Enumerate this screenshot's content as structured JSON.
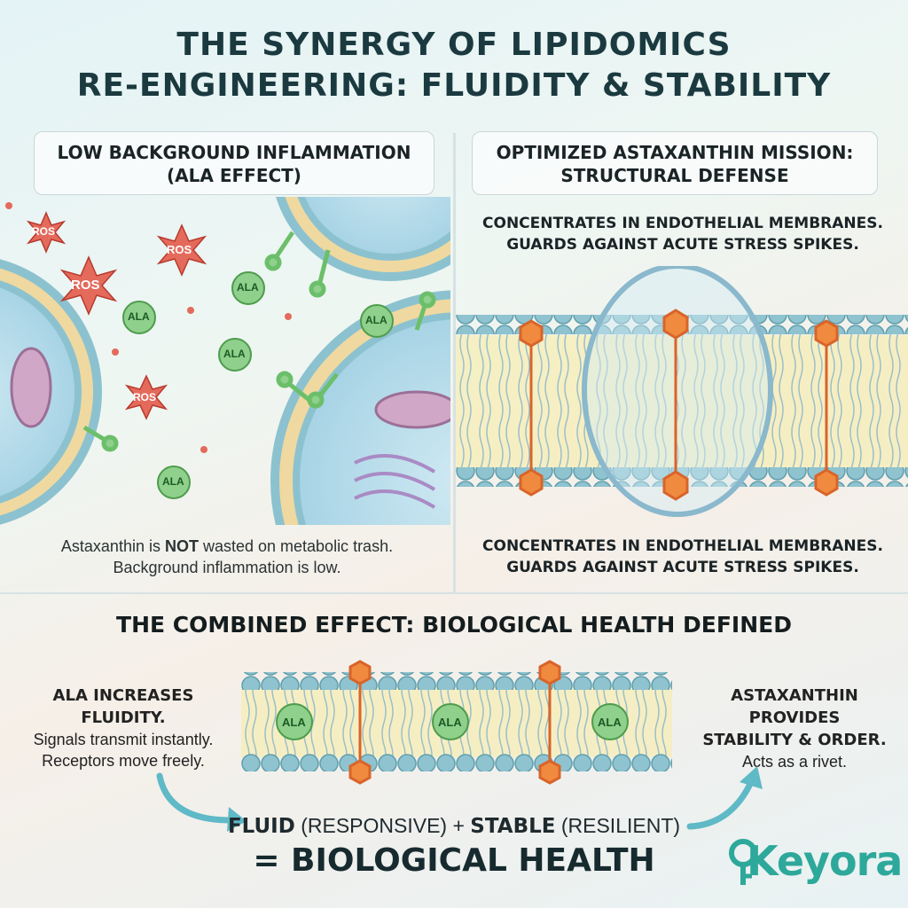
{
  "title": {
    "line1": "THE SYNERGY OF LIPIDOMICS",
    "line2": "RE-ENGINEERING: FLUIDITY & STABILITY"
  },
  "left_panel": {
    "heading_line1": "LOW BACKGROUND INFLAMMATION",
    "heading_line2": "(ALA EFFECT)",
    "ros_label": "ROS",
    "ala_label": "ALA",
    "caption_pre": "Astaxanthin is ",
    "caption_bold": "NOT",
    "caption_post": " wasted on metabolic trash.",
    "caption_line2": "Background inflammation is low."
  },
  "right_panel": {
    "heading_line1": "OPTIMIZED ASTAXANTHIN MISSION:",
    "heading_line2": "STRUCTURAL DEFENSE",
    "top_line1": "CONCENTRATES IN ENDOTHELIAL MEMBRANES.",
    "top_line2": "GUARDS AGAINST ACUTE STRESS SPIKES.",
    "bottom_line1": "CONCENTRATES IN ENDOTHELIAL MEMBRANES.",
    "bottom_line2": "GUARDS AGAINST ACUTE STRESS SPIKES."
  },
  "combined": {
    "heading": "THE COMBINED EFFECT: BIOLOGICAL HEALTH DEFINED",
    "left_bold_1": "ALA INCREASES",
    "left_bold_2": "FLUIDITY.",
    "left_line_1": "Signals transmit instantly.",
    "left_line_2": "Receptors move freely.",
    "right_bold_1": "ASTAXANTHIN",
    "right_bold_2": "PROVIDES",
    "right_bold_3": "STABILITY & ORDER.",
    "right_line_1": "Acts as a rivet.",
    "ala_label": "ALA",
    "eq_fluid": "FLUID",
    "eq_responsive": " (RESPONSIVE) + ",
    "eq_stable": "STABLE",
    "eq_resilient": " (RESILIENT)",
    "result": "= BIOLOGICAL HEALTH"
  },
  "brand": {
    "logo_text": "Keyora"
  },
  "colors": {
    "title": "#1b3a40",
    "membrane_head": "#7fb8c4",
    "membrane_core": "#f3e9b8",
    "astaxanthin": "#e8742a",
    "ala_green": "#6cbf6a",
    "ros_red": "#d94a3c",
    "brand": "#2da89a"
  }
}
